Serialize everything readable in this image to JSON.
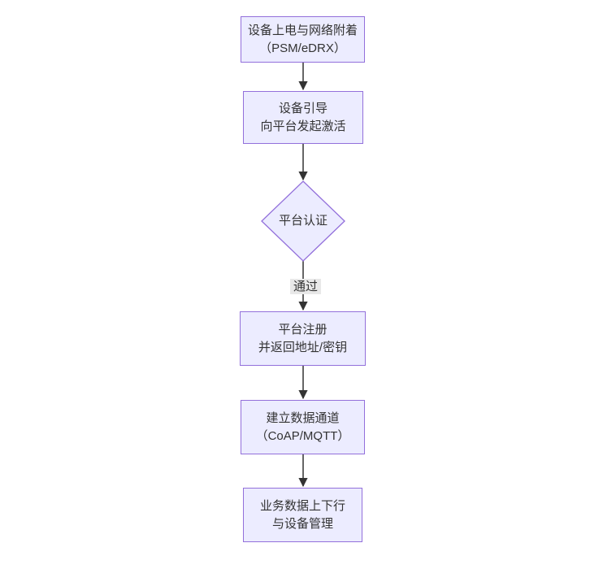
{
  "diagram": {
    "type": "flowchart",
    "direction": "top-down",
    "nodes": [
      {
        "id": "A",
        "shape": "rect",
        "lines": [
          "设备上电与网络附着",
          "（PSM/eDRX）"
        ]
      },
      {
        "id": "B",
        "shape": "rect",
        "lines": [
          "设备引导",
          "向平台发起激活"
        ]
      },
      {
        "id": "C",
        "shape": "diamond",
        "lines": [
          "平台认证"
        ]
      },
      {
        "id": "D",
        "shape": "rect",
        "lines": [
          "平台注册",
          "并返回地址/密钥"
        ]
      },
      {
        "id": "E",
        "shape": "rect",
        "lines": [
          "建立数据通道",
          "（CoAP/MQTT）"
        ]
      },
      {
        "id": "F",
        "shape": "rect",
        "lines": [
          "业务数据上下行",
          "与设备管理"
        ]
      }
    ],
    "edges": [
      {
        "from": "A",
        "to": "B",
        "label": ""
      },
      {
        "from": "B",
        "to": "C",
        "label": ""
      },
      {
        "from": "C",
        "to": "D",
        "label": "通过"
      },
      {
        "from": "D",
        "to": "E",
        "label": ""
      },
      {
        "from": "E",
        "to": "F",
        "label": ""
      }
    ],
    "colors": {
      "node_fill": "#ECECFF",
      "node_border": "#9370DB",
      "arrow": "#333333",
      "edge_label_bg": "#e8e8e8",
      "text": "#333333",
      "background": "#ffffff"
    }
  }
}
